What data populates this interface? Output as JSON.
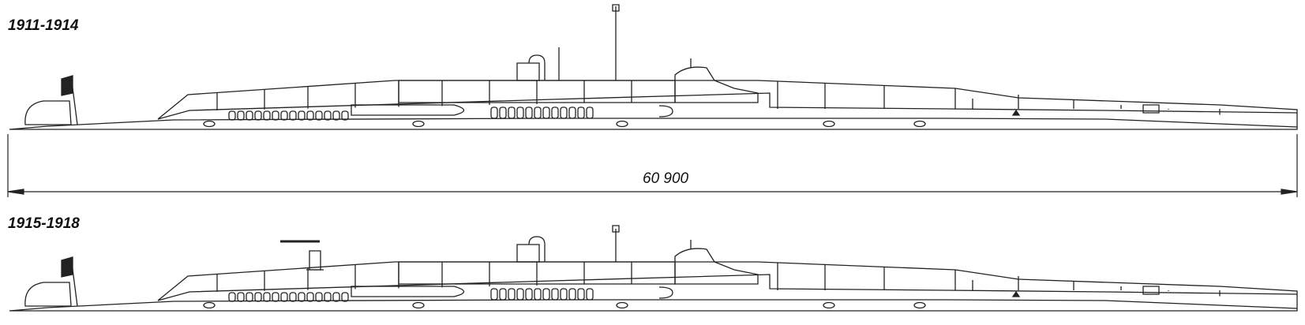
{
  "profiles": [
    {
      "label": "1911-1914",
      "has_deck_gun": false
    },
    {
      "label": "1915-1918",
      "has_deck_gun": true
    }
  ],
  "dimension": {
    "text": "60 900"
  },
  "colors": {
    "ink": "#222222",
    "paper": "#ffffff"
  }
}
